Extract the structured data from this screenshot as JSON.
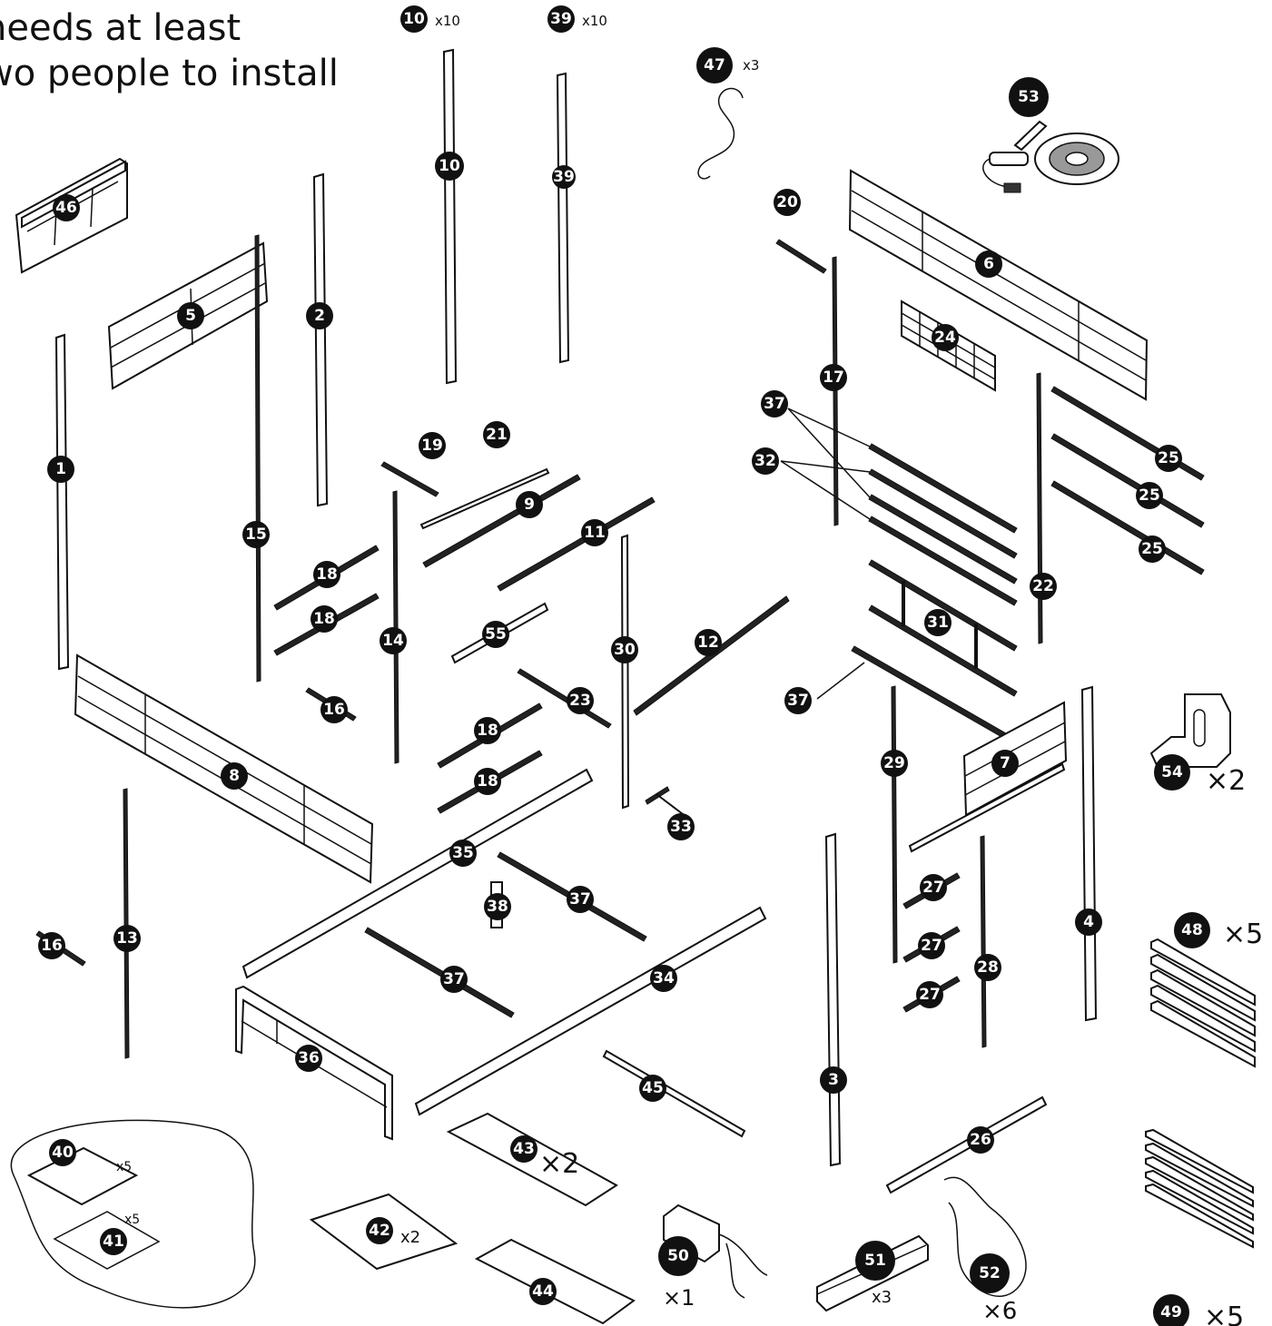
{
  "header": {
    "line1": "needs at least",
    "line2": "wo people to install"
  },
  "parts": [
    {
      "id": "p10",
      "num": "10",
      "qty": "x10"
    },
    {
      "id": "p39",
      "num": "39",
      "qty": "x10"
    },
    {
      "id": "p47",
      "num": "47",
      "qty": "x3"
    },
    {
      "id": "p53",
      "num": "53",
      "qty": ""
    },
    {
      "id": "p54",
      "num": "54",
      "qty": "×2"
    },
    {
      "id": "p48",
      "num": "48",
      "qty": "×5"
    },
    {
      "id": "p49",
      "num": "49",
      "qty": "×5"
    },
    {
      "id": "p40",
      "num": "40",
      "qty": "x5"
    },
    {
      "id": "p41",
      "num": "41",
      "qty": "x5"
    },
    {
      "id": "p42",
      "num": "42",
      "qty": "x2"
    },
    {
      "id": "p43",
      "num": "43",
      "qty": "×2"
    },
    {
      "id": "p50",
      "num": "50",
      "qty": "×1"
    },
    {
      "id": "p51",
      "num": "51",
      "qty": "x3"
    },
    {
      "id": "p52",
      "num": "52",
      "qty": "×6"
    }
  ],
  "labels": [
    "10",
    "39",
    "46",
    "2",
    "5",
    "1",
    "15",
    "19",
    "21",
    "9",
    "11",
    "18",
    "18",
    "14",
    "55",
    "30",
    "12",
    "16",
    "23",
    "18",
    "18",
    "8",
    "33",
    "35",
    "38",
    "37",
    "37",
    "34",
    "45",
    "36",
    "13",
    "16",
    "20",
    "6",
    "24",
    "17",
    "37",
    "32",
    "22",
    "25",
    "25",
    "25",
    "31",
    "37",
    "29",
    "7",
    "4",
    "27",
    "27",
    "27",
    "28",
    "3",
    "26",
    "44"
  ]
}
